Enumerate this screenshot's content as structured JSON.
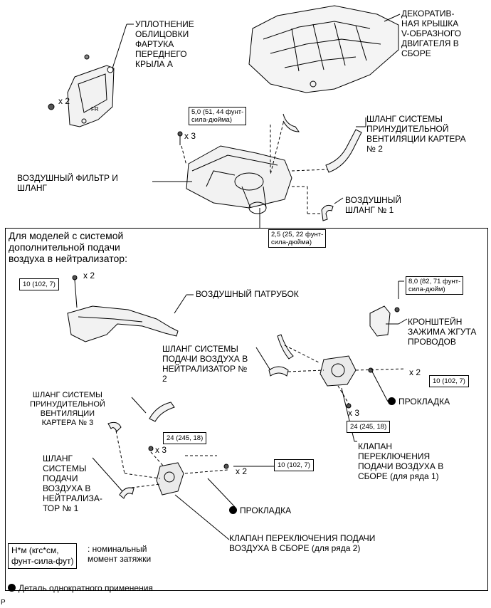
{
  "labels": {
    "fender_seal": "УПЛОТНЕНИЕ\nОБЛИЦОВКИ\nФАРТУКА\nПЕРЕДНЕГО\nКРЫЛА А",
    "engine_cover": "ДЕКОРАТИВ-\nНАЯ КРЫШКА\nV-ОБРАЗНОГО\nДВИГАТЕЛЯ В\nСБОРЕ",
    "pcv_hose_2": "ШЛАНГ СИСТЕМЫ\nПРИНУДИТЕЛЬНОЙ\nВЕНТИЛЯЦИИ КАРТЕРА\n№ 2",
    "air_filter": "ВОЗДУШНЫЙ ФИЛЬТР И\nШЛАНГ",
    "air_hose_1": "ВОЗДУШНЫЙ\nШЛАНГ № 1",
    "section_title": "Для моделей с системой\nдополнительной подачи\nвоздуха в нейтрализатор:",
    "air_duct": "ВОЗДУШНЫЙ ПАТРУБОК",
    "harness_bracket": "КРОНШТЕЙН\nЗАЖИМА ЖГУТА\nПРОВОДОВ",
    "air_injection_hose_2": "ШЛАНГ СИСТЕМЫ\nПОДАЧИ ВОЗДУХА В\nНЕЙТРАЛИЗАТОР №\n2",
    "pcv_hose_3": "ШЛАНГ СИСТЕМЫ\nПРИНУДИТЕЛЬНОЙ\nВЕНТИЛЯЦИИ\nКАРТЕРА № 3",
    "air_injection_hose_1": "ШЛАНГ\nСИСТЕМЫ\nПОДАЧИ\nВОЗДУХА В\nНЕЙТРАЛИЗА-\nТОР № 1",
    "valve_bank1": "КЛАПАН\nПЕРЕКЛЮЧЕНИЯ\nПОДАЧИ ВОЗДУХА В\nСБОРЕ (для ряда 1)",
    "valve_bank2": "КЛАПАН ПЕРЕКЛЮЧЕНИЯ ПОДАЧИ\nВОЗДУХА В СБОРЕ (для ряда 2)",
    "gasket_1": "ПРОКЛАДКА",
    "gasket_2": "ПРОКЛАДКА"
  },
  "torques": {
    "t1": "5,0 (51, 44 фунт-\nсила-дюйма)",
    "t2": "2,5 (25, 22 фунт-\nсила-дюйма)",
    "t3": "10 (102, 7)",
    "t4": "8,0 (82, 71 фунт-\nсила-дюйм)",
    "t5": "10 (102, 7)",
    "t6": "24 (245, 18)",
    "t7": "24 (245, 18)",
    "t8": "10 (102, 7)"
  },
  "multipliers": {
    "m1": "x 2",
    "m2": "x 3",
    "m3": "x 2",
    "m4": "x 2",
    "m5": "x 3",
    "m6": "x 3",
    "m7": "x 2"
  },
  "fr_mark": "FR",
  "legend": {
    "torque_units": "Н*м (кгс*см,\nфунт-сила-фут)",
    "torque_desc": ": номинальный\nмомент затяжки",
    "single_use": "Деталь однократного применения"
  },
  "page_mark": "P"
}
